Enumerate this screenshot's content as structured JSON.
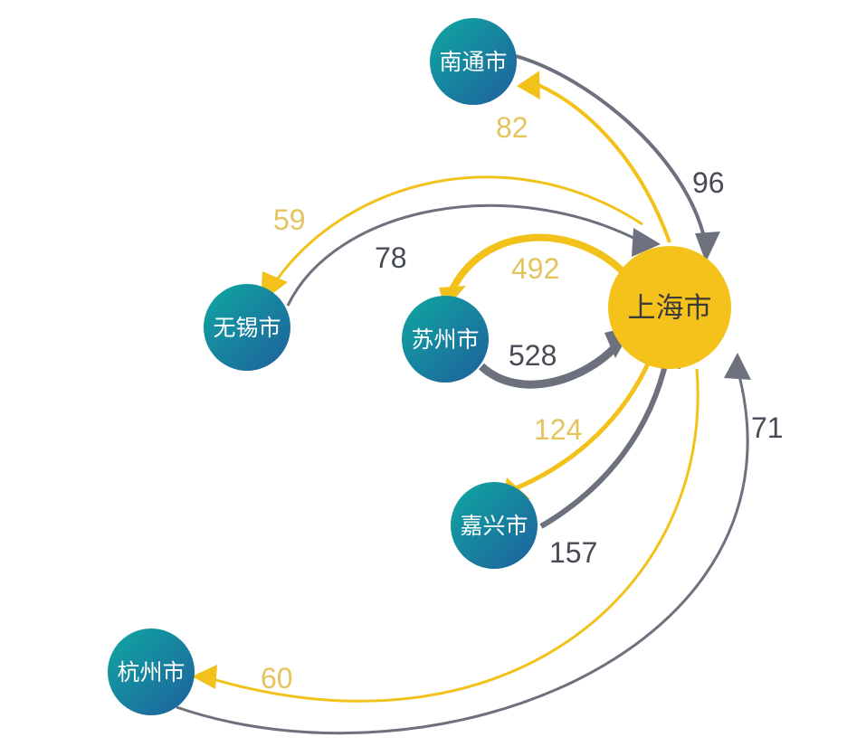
{
  "colors": {
    "inflow": "#f2c21b",
    "outflow": "#6d717e",
    "node_gradient_start": "#0fa8a2",
    "node_gradient_end": "#1f5f9c",
    "hub": "#f4c21b",
    "inflow_label": "#e3c45f",
    "outflow_label": "#474b55"
  },
  "hub": {
    "label": "上海市"
  },
  "nodes": {
    "nantong": {
      "label": "南通市"
    },
    "wuxi": {
      "label": "无锡市"
    },
    "suzhou": {
      "label": "苏州市"
    },
    "jiaxing": {
      "label": "嘉兴市"
    },
    "hangzhou": {
      "label": "杭州市"
    }
  },
  "flows": {
    "shanghai_to_nantong": "82",
    "nantong_to_shanghai": "96",
    "shanghai_to_wuxi": "59",
    "wuxi_to_shanghai": "78",
    "shanghai_to_suzhou": "492",
    "suzhou_to_shanghai": "528",
    "shanghai_to_jiaxing": "124",
    "jiaxing_to_shanghai": "157",
    "shanghai_to_hangzhou": "60",
    "hangzhou_to_shanghai": "71"
  }
}
